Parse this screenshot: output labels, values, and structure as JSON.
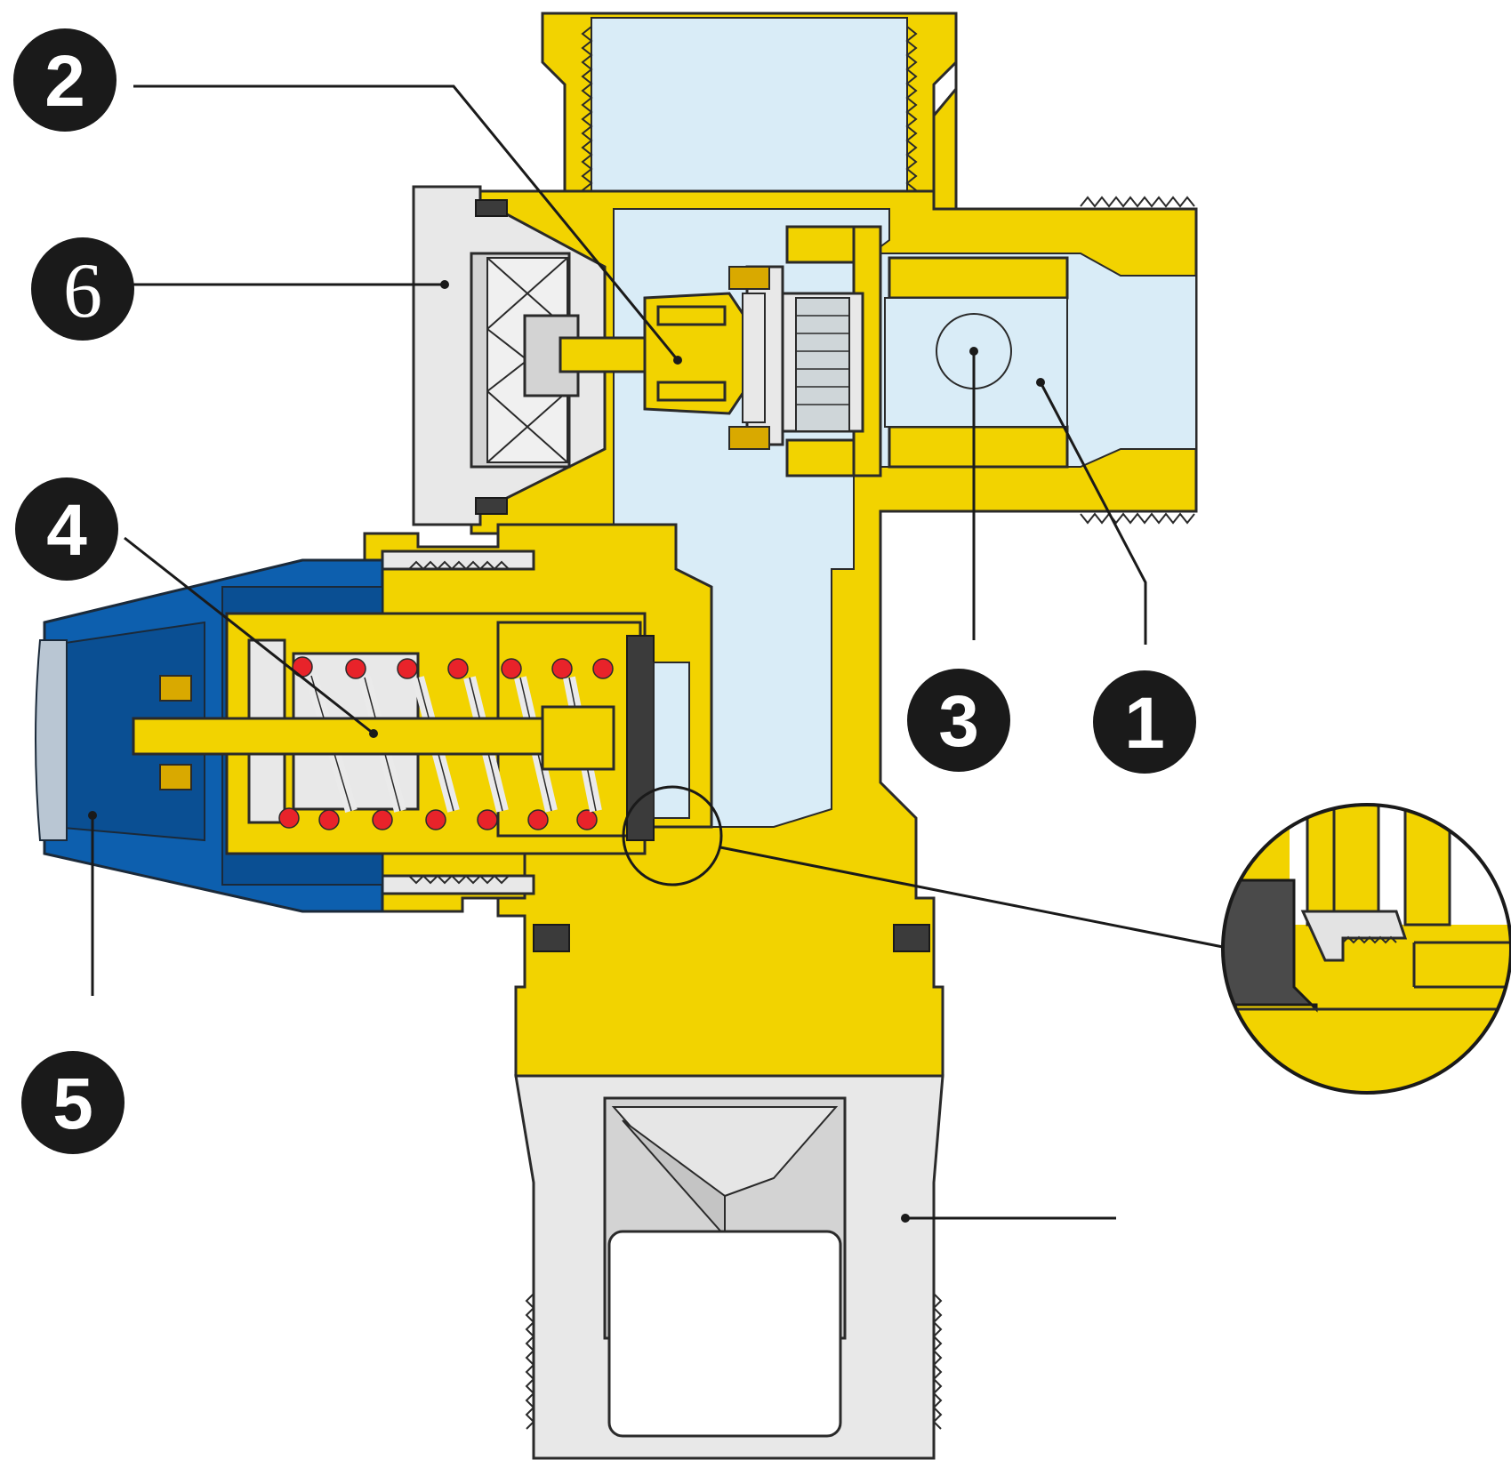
{
  "callouts": [
    {
      "id": "1",
      "label": "1"
    },
    {
      "id": "2",
      "label": "2"
    },
    {
      "id": "3",
      "label": "3"
    },
    {
      "id": "4",
      "label": "4"
    },
    {
      "id": "5",
      "label": "5"
    },
    {
      "id": "6",
      "label": "6"
    }
  ],
  "colors": {
    "brass": "#f2d300",
    "water": "#d9ecf7",
    "knob": "#0d5fae",
    "spring_dots": "#e8232a",
    "grey_parts": "#d3d3d3",
    "callout_fill": "#1a1a1a"
  }
}
